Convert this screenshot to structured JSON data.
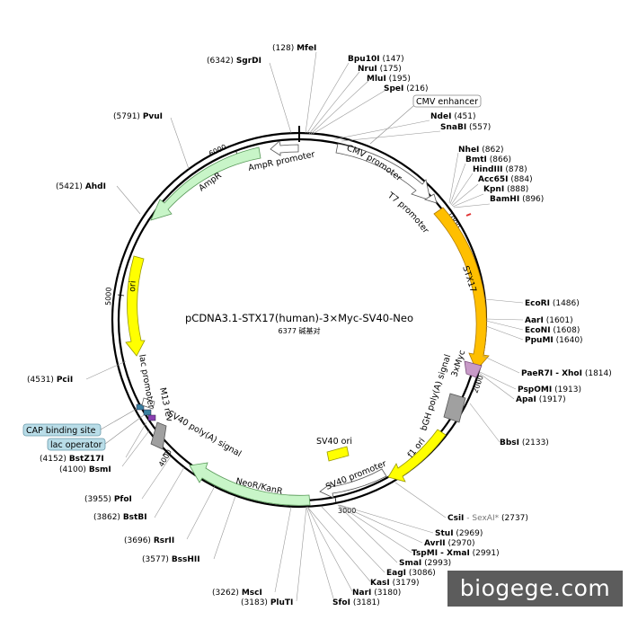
{
  "plasmid": {
    "name": "pCDNA3.1-STX17(human)-3×Myc-SV40-Neo",
    "size_text": "6377 碱基对",
    "total_bp": 6377
  },
  "colors": {
    "backbone": "#000000",
    "cds_green": "#c8f5c8",
    "stx17_orange": "#ffbf00",
    "ori_yellow": "#ffff00",
    "myc_purple": "#c89ac8",
    "gray_box": "#a0a0a0",
    "callout_fill": "#b9dde8",
    "watermark": "#5c5c5c"
  },
  "sites": [
    {
      "name": "MfeI",
      "pos": "(128)",
      "side": "left"
    },
    {
      "name": "Bpu10I",
      "pos": "(147)",
      "side": "right"
    },
    {
      "name": "NruI",
      "pos": "(175)",
      "side": "right"
    },
    {
      "name": "MluI",
      "pos": "(195)",
      "side": "right"
    },
    {
      "name": "SpeI",
      "pos": "(216)",
      "side": "right"
    },
    {
      "name": "NdeI",
      "pos": "(451)",
      "side": "right"
    },
    {
      "name": "SnaBI",
      "pos": "(557)",
      "side": "right"
    },
    {
      "name": "NheI",
      "pos": "(862)",
      "side": "right"
    },
    {
      "name": "BmtI",
      "pos": "(866)",
      "side": "right"
    },
    {
      "name": "HindIII",
      "pos": "(878)",
      "side": "right"
    },
    {
      "name": "Acc65I",
      "pos": "(884)",
      "side": "right"
    },
    {
      "name": "KpnI",
      "pos": "(888)",
      "side": "right"
    },
    {
      "name": "BamHI",
      "pos": "(896)",
      "side": "right"
    },
    {
      "name": "EcoRI",
      "pos": "(1486)",
      "side": "right"
    },
    {
      "name": "AarI",
      "pos": "(1601)",
      "side": "right"
    },
    {
      "name": "EcoNI",
      "pos": "(1608)",
      "side": "right"
    },
    {
      "name": "PpuMI",
      "pos": "(1640)",
      "side": "right"
    },
    {
      "name": "PaeR7I - XhoI",
      "pos": "(1814)",
      "side": "right"
    },
    {
      "name": "PspOMI",
      "pos": "(1913)",
      "side": "right"
    },
    {
      "name": "ApaI",
      "pos": "(1917)",
      "side": "right"
    },
    {
      "name": "BbsI",
      "pos": "(2133)",
      "side": "right"
    },
    {
      "name": "CsiI",
      "extra": " - SexAI*",
      "pos": "(2737)",
      "side": "right"
    },
    {
      "name": "StuI",
      "pos": "(2969)",
      "side": "right"
    },
    {
      "name": "AvrII",
      "pos": "(2970)",
      "side": "right"
    },
    {
      "name": "TspMI - XmaI",
      "pos": "(2991)",
      "side": "right"
    },
    {
      "name": "SmaI",
      "pos": "(2993)",
      "side": "right"
    },
    {
      "name": "EagI",
      "pos": "(3086)",
      "side": "right"
    },
    {
      "name": "KasI",
      "pos": "(3179)",
      "side": "right"
    },
    {
      "name": "NarI",
      "pos": "(3180)",
      "side": "right"
    },
    {
      "name": "SfoI",
      "pos": "(3181)",
      "side": "right"
    },
    {
      "name": "PluTI",
      "pos": "(3183)",
      "side": "right"
    },
    {
      "name": "MscI",
      "pos": "(3262)",
      "side": "left"
    },
    {
      "name": "BssHII",
      "pos": "(3577)",
      "side": "left"
    },
    {
      "name": "RsrII",
      "pos": "(3696)",
      "side": "left"
    },
    {
      "name": "BstBI",
      "pos": "(3862)",
      "side": "left"
    },
    {
      "name": "PfoI",
      "pos": "(3955)",
      "side": "left"
    },
    {
      "name": "BsmI",
      "pos": "(4100)",
      "side": "left"
    },
    {
      "name": "BstZ17I",
      "pos": "(4152)",
      "side": "left"
    },
    {
      "name": "PciI",
      "pos": "(4531)",
      "side": "left"
    },
    {
      "name": "AhdI",
      "pos": "(5421)",
      "side": "left"
    },
    {
      "name": "PvuI",
      "pos": "(5791)",
      "side": "left"
    },
    {
      "name": "SgrDI",
      "pos": "(6342)",
      "side": "left"
    }
  ],
  "features": {
    "cmv_enhancer": "CMV enhancer",
    "cmv_promoter": "CMV promoter",
    "t7_promoter": "T7 promoter",
    "stx17": "STX17",
    "myc": "3xMyc",
    "bgh": "bGH poly(A) signal",
    "f1_ori": "f1 ori",
    "sv40_promoter": "SV40 promoter",
    "sv40_ori": "SV40 ori",
    "neo": "NeoR/KanR",
    "sv40_polya": "SV40 poly(A) signal",
    "m13_rev": "M13 rev",
    "lac_promoter": "lac promoter",
    "cap_site": "CAP binding site",
    "lac_operator": "lac operator",
    "ori": "ori",
    "ampr": "AmpR",
    "ampr_promoter": "AmpR promoter"
  },
  "ticks": [
    "1000",
    "2000",
    "3000",
    "4000",
    "5000",
    "6000"
  ],
  "watermark": "biogege.com"
}
